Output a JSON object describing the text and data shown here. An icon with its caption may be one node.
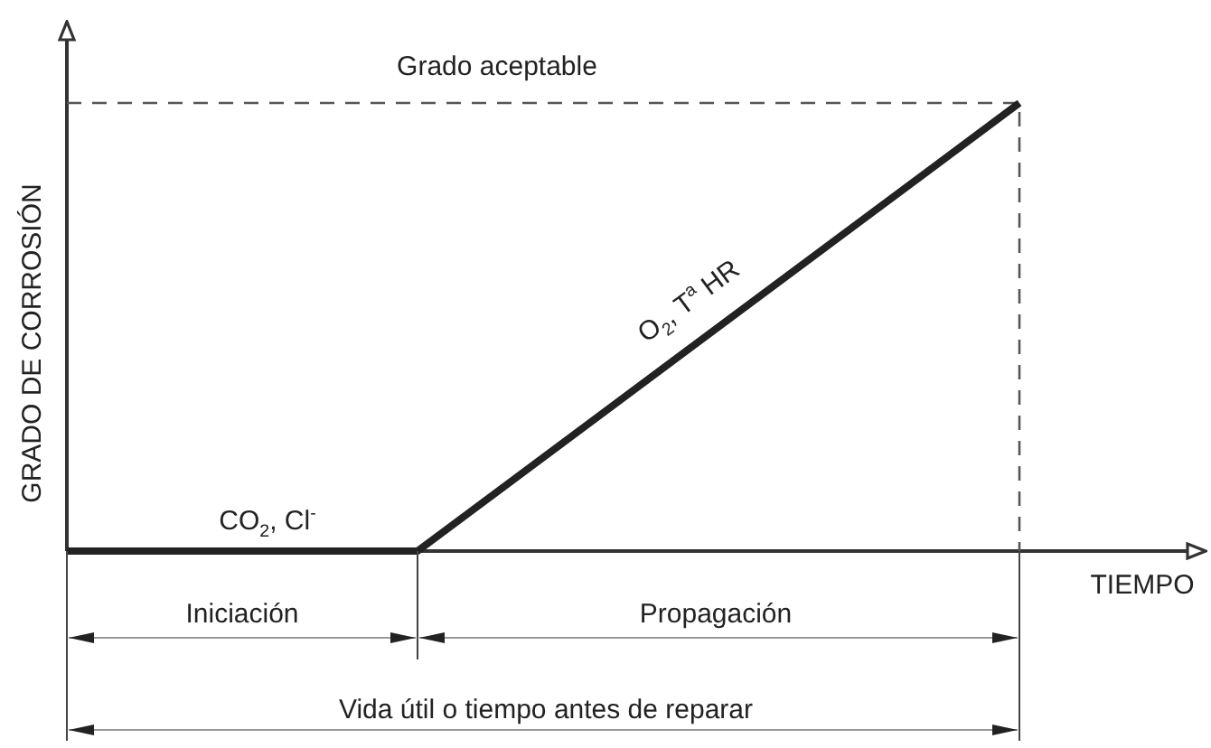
{
  "diagram": {
    "labels": [
      "Grado aceptable",
      "GRADO DE CORROSIÓN",
      "O$_{2}$, T$^{a}$ HR",
      "CO$_{2}$, Cl$^{-}$",
      "TIEMPO",
      "Iniciación",
      "Propagación",
      "Vida útil o tiempo antes de reparar"
    ]
  }
}
